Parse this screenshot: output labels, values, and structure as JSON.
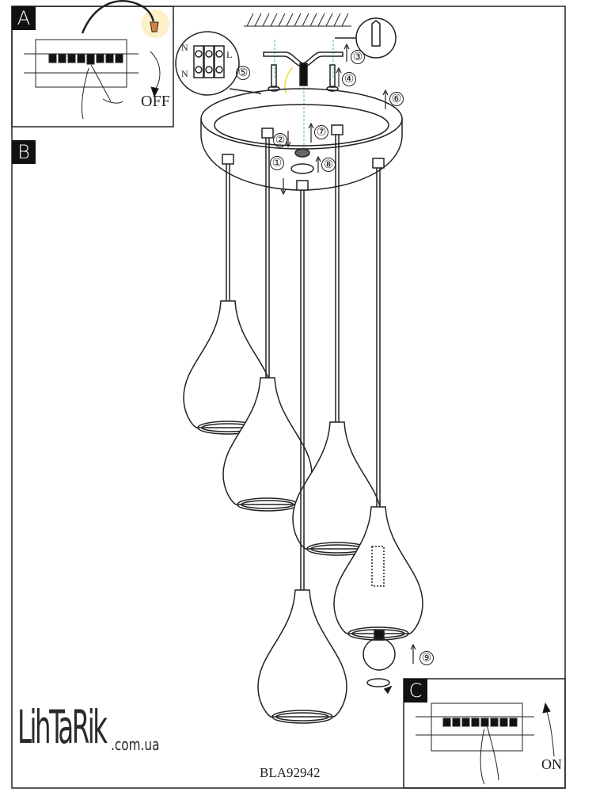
{
  "panels": {
    "a": {
      "label": "A",
      "switch_text": "OFF"
    },
    "b": {
      "label": "B"
    },
    "c": {
      "label": "C",
      "switch_text": "ON"
    }
  },
  "wiring": {
    "terminal_labels": [
      "N",
      "L",
      "N"
    ]
  },
  "steps": [
    "①",
    "②",
    "③",
    "④",
    "⑤",
    "⑥",
    "⑦",
    "⑧",
    "⑨"
  ],
  "model_number": "BLA92942",
  "logo": {
    "name": "LihTaRik",
    "domain": ".com.ua"
  },
  "colors": {
    "line": "#222222",
    "guide": "#7fd3d8",
    "lamp_glow": "#f6d36a",
    "lamp": "#d9823f"
  }
}
